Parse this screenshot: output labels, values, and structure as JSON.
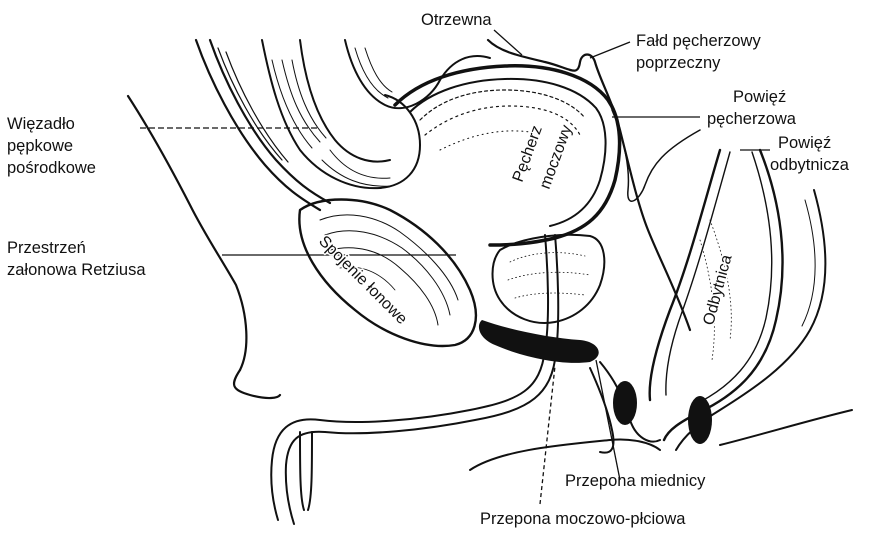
{
  "labels": {
    "otrzewna": "Otrzewna",
    "fald_1": "Fałd pęcherzowy",
    "fald_2": "poprzeczny",
    "powiez_pech_1": "Powięź",
    "powiez_pech_2": "pęcherzowa",
    "powiez_odb_1": "Powięź",
    "powiez_odb_2": "odbytnicza",
    "wiezadlo_1": "Więzadło",
    "wiezadlo_2": "pępkowe",
    "wiezadlo_3": "pośrodkowe",
    "przestrzen_1": "Przestrzeń",
    "przestrzen_2": "załonowa Retziusa",
    "pecherz_1": "Pęcherz",
    "pecherz_2": "moczowy",
    "spojenie": "Spojenie łonowe",
    "odbytnica": "Odbytnica",
    "przepona_miednicy": "Przepona miednicy",
    "przepona_moczowo": "Przepona moczowo-płciowa"
  },
  "colors": {
    "ink": "#111111",
    "background": "#ffffff"
  }
}
